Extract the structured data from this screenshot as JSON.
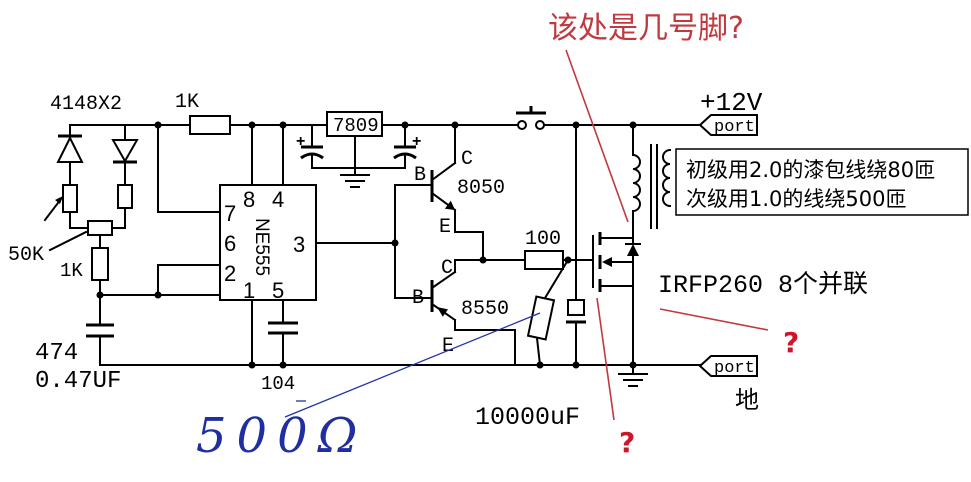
{
  "annotations": {
    "question_title": "该处是几号脚?",
    "q1": "?",
    "q2": "?",
    "q3": "?",
    "handwritten": "500Ω"
  },
  "labels": {
    "diodes": "4148X2",
    "r_top": "1K",
    "regulator": "7809",
    "supply": "+12V",
    "port_top": "port",
    "port_bottom": "port",
    "ground": "地",
    "pot": "50K",
    "r_left": "1K",
    "cap_left_code": "474",
    "cap_left_value": "0.47UF",
    "cap_pin5": "104",
    "r_gate": "100",
    "cap_big": "10000uF",
    "mosfet": "IRFP260 8个并联",
    "note_primary": "初级用2.0的漆包线绕80匝",
    "note_secondary": "次级用1.0的线绕500匝",
    "plus": "+"
  },
  "ne555": {
    "name": "NE555",
    "pins": {
      "p8": "8",
      "p4": "4",
      "p7": "7",
      "p6": "6",
      "p2": "2",
      "p1": "1",
      "p5": "5",
      "p3": "3"
    }
  },
  "npn": {
    "part": "8050",
    "b": "B",
    "c": "C",
    "e": "E"
  },
  "pnp": {
    "part": "8550",
    "b": "B",
    "c": "C",
    "e": "E"
  },
  "colors": {
    "background": "#ffffff",
    "wire": "#000000",
    "annotation_red": "#c0393f",
    "annotation_blue": "#1f2ea0"
  }
}
